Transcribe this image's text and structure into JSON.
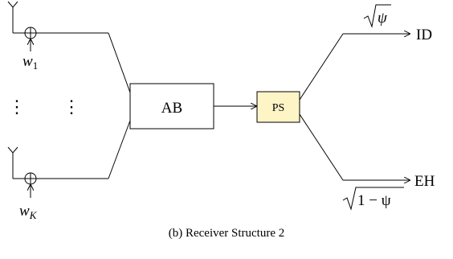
{
  "blocks": {
    "ab": {
      "label": "AB",
      "fill": "#ffffff"
    },
    "ps": {
      "label": "PS",
      "fill": "#fdf5c6"
    }
  },
  "inputs": {
    "top_noise": {
      "base": "w",
      "sub": "1"
    },
    "bottom_noise": {
      "base": "w",
      "sub": "K"
    },
    "dots": "⋮"
  },
  "outputs": {
    "id": {
      "label": "ID",
      "factor_inner": "ψ"
    },
    "eh": {
      "label": "EH",
      "factor_inner": "1 − ψ"
    }
  },
  "caption": "(b) Receiver Structure 2"
}
